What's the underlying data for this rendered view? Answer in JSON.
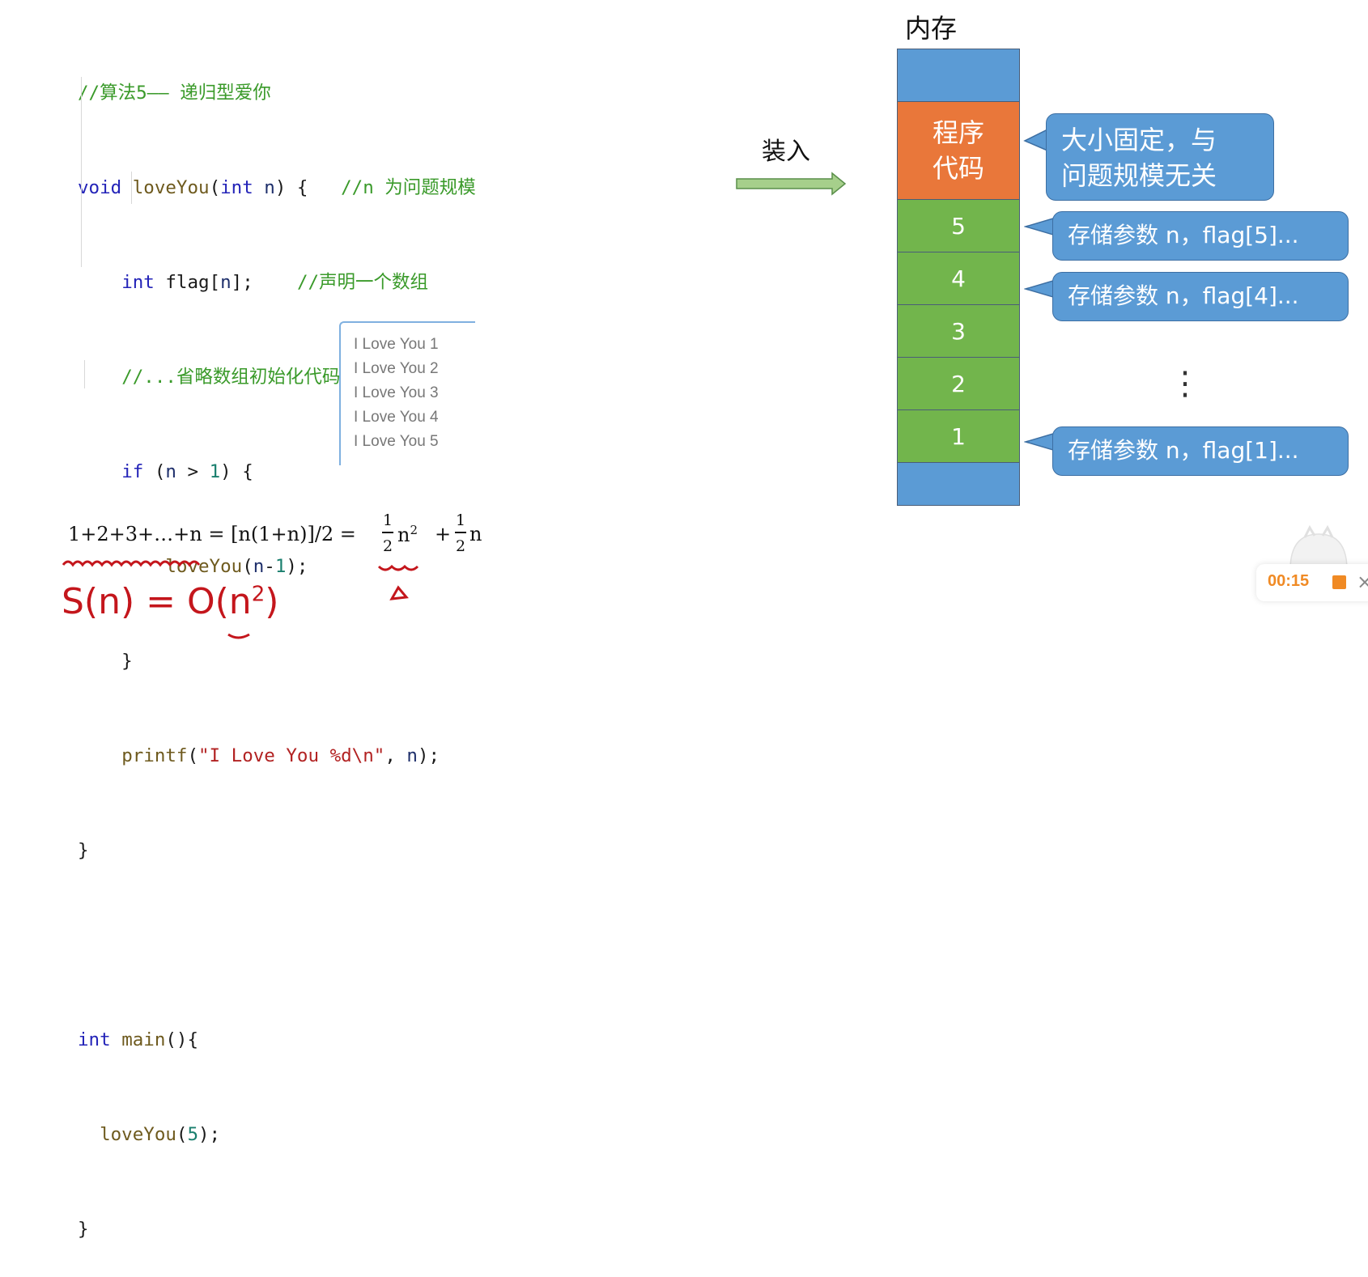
{
  "code": {
    "lines": [
      "//算法5—— 递归型爱你",
      "void loveYou(int n) {",
      "int flag[n];",
      "//声明一个数组",
      "//...省略数组初始化代码",
      "if (n > 1) {",
      "loveYou(n-1);",
      "}",
      "printf(\"I Love You %d\\n\", n);",
      "}",
      "int main(){",
      "loveYou(5);",
      "}"
    ],
    "inline_comment_1": "//n 为问题规模"
  },
  "console": [
    "I Love You 1",
    "I Love You 2",
    "I Love You 3",
    "I Love You 4",
    "I Love You 5"
  ],
  "formula": {
    "main": "1+2+3+…+n = [n(1+n)]/2 = ",
    "frac_num": "1",
    "frac_den": "2",
    "n2": "n",
    "sup": "2",
    "plus": "+",
    "n": "n",
    "handwritten": "S(n) = O(n",
    "hw_sup": "2",
    "hw_close": ")"
  },
  "load_label": "装入",
  "memory": {
    "title": "内存",
    "code_block": [
      "程序",
      "代码"
    ],
    "frames": [
      "5",
      "4",
      "3",
      "2",
      "1"
    ]
  },
  "callouts": {
    "code_note": [
      "大小固定，与",
      "问题规模无关"
    ],
    "frame5": "存储参数 n，flag[5]...",
    "frame4": "存储参数 n，flag[4]...",
    "frame1": "存储参数 n，flag[1]...",
    "ellipsis": "⋮"
  },
  "player": {
    "time": "00:15",
    "close": "×"
  },
  "colors": {
    "memory_blue": "#5b9bd5",
    "code_orange": "#e9773a",
    "frame_green": "#72b54c",
    "handwriting_red": "#c4161c"
  }
}
